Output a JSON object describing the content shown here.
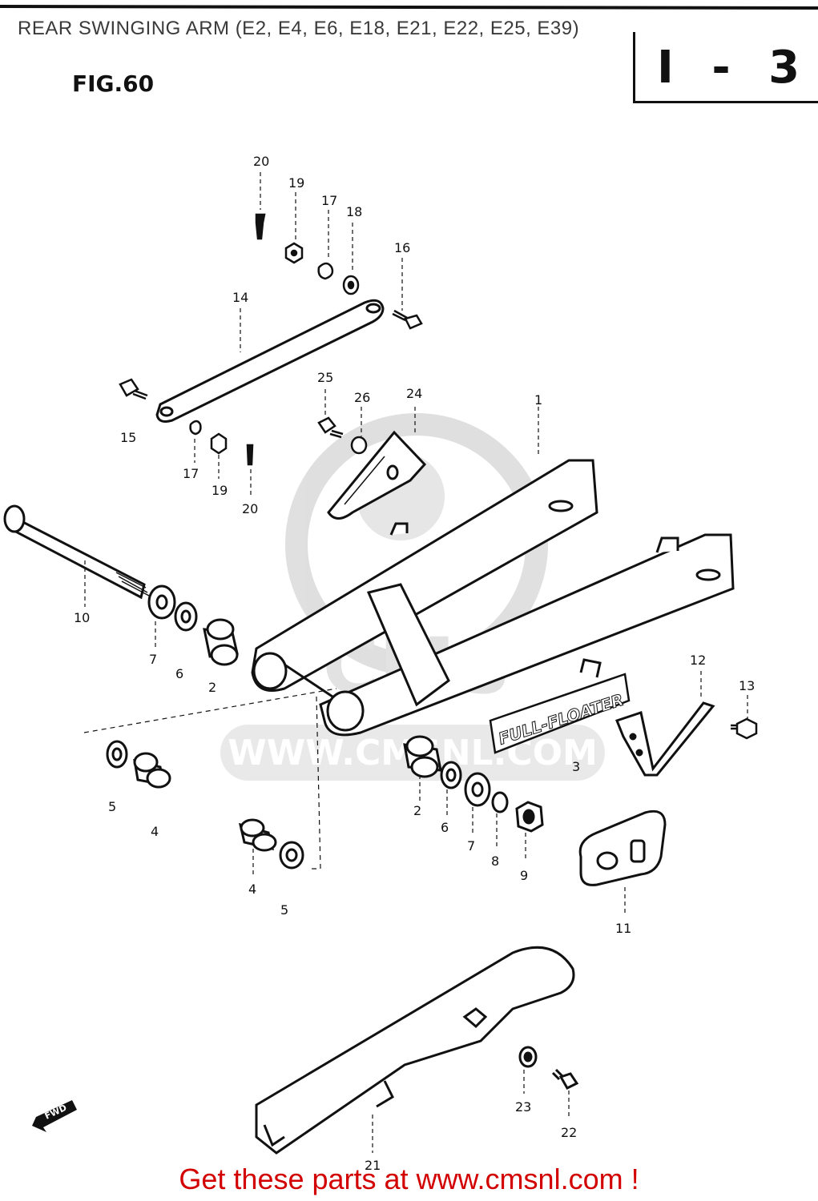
{
  "header": {
    "title": "REAR SWINGING ARM (E2, E4, E6, E18, E21, E22, E25, E39)",
    "figure": "FIG.60",
    "section": "I - 3"
  },
  "diagram": {
    "decal_text": "FULL-FLOATER",
    "fwd_label": "FWD",
    "watermark_text": "WWW.CMSNL.COM",
    "watermark_logo": "CMS",
    "callouts": {
      "c20a": "20",
      "c19a": "19",
      "c17a": "17",
      "c18": "18",
      "c16": "16",
      "c14": "14",
      "c15": "15",
      "c17b": "17",
      "c19b": "19",
      "c20b": "20",
      "c25": "25",
      "c26": "26",
      "c24": "24",
      "c1": "1",
      "c10": "10",
      "c7a": "7",
      "c6a": "6",
      "c2a": "2",
      "c12": "12",
      "c13": "13",
      "c3": "3",
      "c5a": "5",
      "c4a": "4",
      "c2b": "2",
      "c6b": "6",
      "c7b": "7",
      "c8": "8",
      "c9": "9",
      "c4b": "4",
      "c5b": "5",
      "c11": "11",
      "c23": "23",
      "c22": "22",
      "c21": "21"
    }
  },
  "footer": {
    "text": "Get these parts at www.cmsnl.com !"
  }
}
